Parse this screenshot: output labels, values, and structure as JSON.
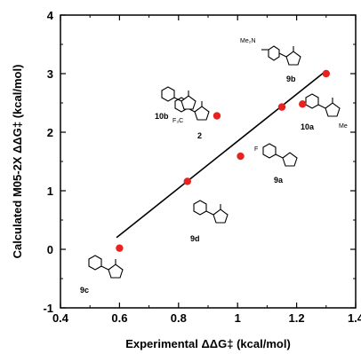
{
  "chart_data": {
    "type": "scatter",
    "title": "",
    "xlabel": "Experimental ΔΔG‡ (kcal/mol)",
    "ylabel": "Calculated M05-2X ΔΔG‡ (kcal/mol)",
    "xlim": [
      0.4,
      1.4
    ],
    "ylim": [
      -1,
      4
    ],
    "xticks": [
      "0.4",
      "0.6",
      "0.8",
      "1",
      "1.2",
      "1.4"
    ],
    "yticks": [
      "-1",
      "0",
      "1",
      "2",
      "3",
      "4"
    ],
    "grid": false,
    "legend": "none",
    "marker_color": "#e8231f",
    "line_color": "#000000",
    "points": [
      {
        "label": "9c",
        "x": 0.6,
        "y": 0.02
      },
      {
        "label": "9d",
        "x": 0.83,
        "y": 1.16
      },
      {
        "label": "10b",
        "x": 0.93,
        "y": 2.28
      },
      {
        "label": "9a",
        "x": 1.01,
        "y": 1.59
      },
      {
        "label": "2",
        "x": 1.15,
        "y": 2.43
      },
      {
        "label": "10a",
        "x": 1.22,
        "y": 2.48
      },
      {
        "label": "9b",
        "x": 1.3,
        "y": 3.0
      }
    ],
    "fit_line": {
      "x": [
        0.59,
        1.29
      ],
      "y": [
        0.2,
        3.01
      ]
    },
    "annotations": {
      "me2n": "Me₂N",
      "me": "Me",
      "cf3": "F₃C",
      "f": "F"
    }
  }
}
